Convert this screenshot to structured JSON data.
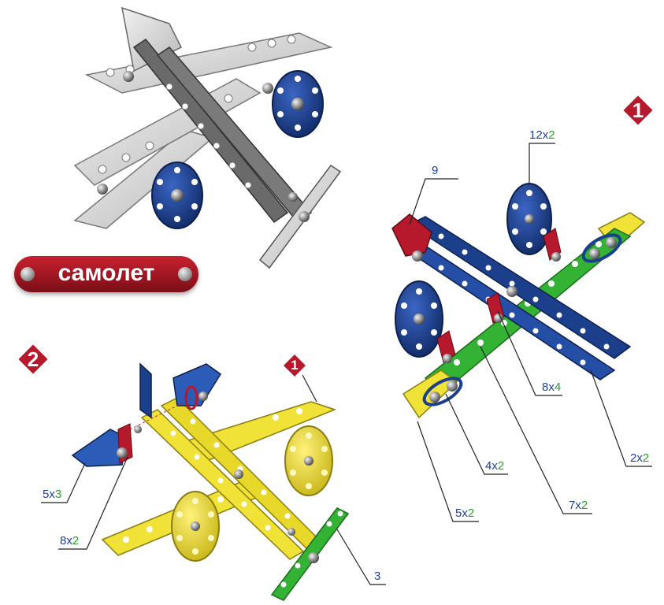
{
  "title": "самолет",
  "steps": {
    "step1": "1",
    "step2": "2",
    "ref1": "1"
  },
  "callouts": {
    "wheel": {
      "a": "12",
      "x": "x",
      "b": "2"
    },
    "bracket": {
      "a": "9"
    },
    "c8x4": {
      "a": "8",
      "x": "x",
      "b": "4"
    },
    "c2x2": {
      "a": "2",
      "x": "x",
      "b": "2"
    },
    "c7x2": {
      "a": "7",
      "x": "x",
      "b": "2"
    },
    "c4x2": {
      "a": "4",
      "x": "x",
      "b": "2"
    },
    "c5x2": {
      "a": "5",
      "x": "x",
      "b": "2"
    },
    "c5x3": {
      "a": "5",
      "x": "x",
      "b": "3"
    },
    "c8x2": {
      "a": "8",
      "x": "x",
      "b": "2"
    },
    "c3": {
      "a": "3"
    }
  },
  "colors": {
    "red": "#b5192b",
    "blue": "#1c3f8c",
    "green": "#33b233",
    "yellow": "#f0e236",
    "grey": "#d8d8d8"
  }
}
